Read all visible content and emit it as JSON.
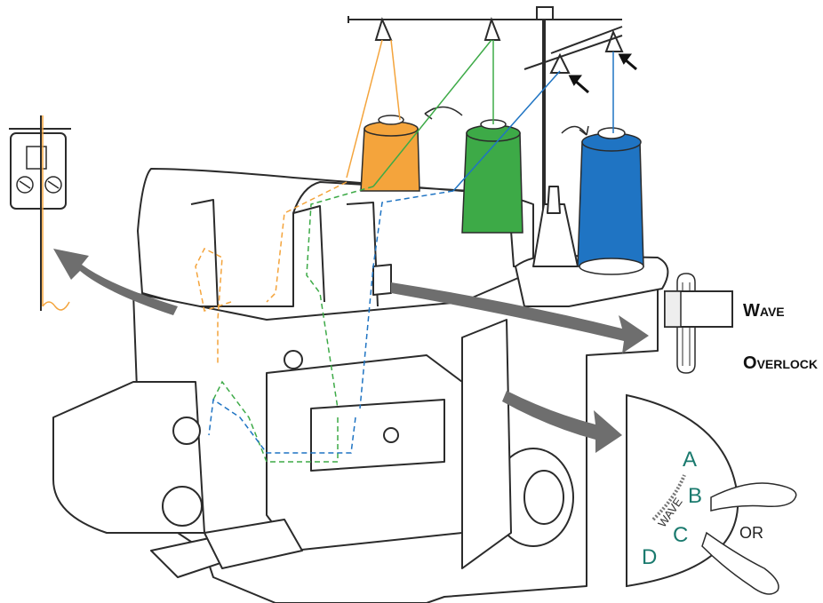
{
  "colors": {
    "thread_orange": "#f4a43c",
    "thread_green": "#3daa47",
    "thread_blue": "#1f74c3",
    "dial_letters": "#1a7a6e",
    "outline": "#2b2b2b"
  },
  "labels": {
    "wave_first": "W",
    "wave_rest": "AVE",
    "overlock_first": "O",
    "overlock_rest": "VERLOCK",
    "or": "OR",
    "dial_wave": "WAVE"
  },
  "dial": {
    "letters": [
      "A",
      "B",
      "C",
      "D"
    ]
  },
  "spools": [
    {
      "name": "orange",
      "color": "#f4a43c"
    },
    {
      "name": "green",
      "color": "#3daa47"
    },
    {
      "name": "blue",
      "color": "#1f74c3"
    }
  ]
}
